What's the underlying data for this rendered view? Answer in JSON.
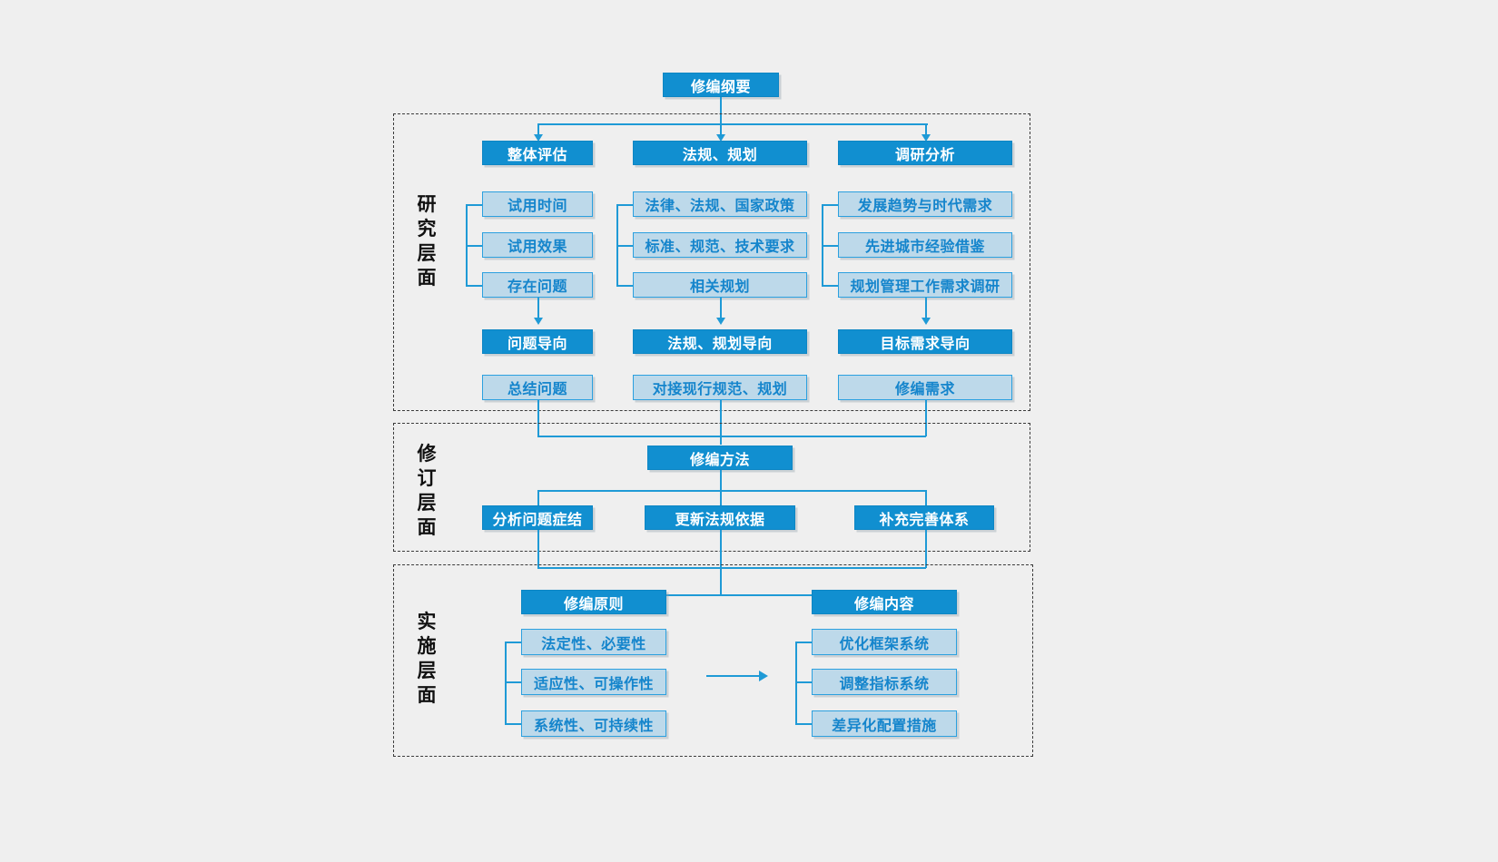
{
  "diagram": {
    "title": "修编纲要",
    "root": {
      "label": "修编纲要"
    },
    "layers": [
      {
        "id": "research",
        "label": "研究层面",
        "label_chars": [
          "研",
          "究",
          "层",
          "面"
        ],
        "columns": [
          {
            "header": "整体评估",
            "items": [
              "试用时间",
              "试用效果",
              "存在问题"
            ],
            "orientation": "问题导向",
            "outcome": "总结问题"
          },
          {
            "header": "法规、规划",
            "items": [
              "法律、法规、国家政策",
              "标准、规范、技术要求",
              "相关规划"
            ],
            "orientation": "法规、规划导向",
            "outcome": "对接现行规范、规划"
          },
          {
            "header": "调研分析",
            "items": [
              "发展趋势与时代需求",
              "先进城市经验借鉴",
              "规划管理工作需求调研"
            ],
            "orientation": "目标需求导向",
            "outcome": "修编需求"
          }
        ]
      },
      {
        "id": "revision",
        "label": "修订层面",
        "label_chars": [
          "修",
          "订",
          "层",
          "面"
        ],
        "header": "修编方法",
        "items": [
          "分析问题症结",
          "更新法规依据",
          "补充完善体系"
        ]
      },
      {
        "id": "implementation",
        "label": "实施层面",
        "label_chars": [
          "实",
          "施",
          "层",
          "面"
        ],
        "groups": [
          {
            "header": "修编原则",
            "items": [
              "法定性、必要性",
              "适应性、可操作性",
              "系统性、可持续性"
            ]
          },
          {
            "header": "修编内容",
            "items": [
              "优化框架系统",
              "调整指标系统",
              "差异化配置措施"
            ]
          }
        ],
        "between_arrow": "arrow-right-icon"
      }
    ]
  },
  "colors": {
    "background": "#efefef",
    "node_dark_fill": "#118fd0",
    "node_dark_text": "#ffffff",
    "node_light_fill": "#bdd9ea",
    "node_light_border": "#2ba0df",
    "node_light_text": "#1585cc",
    "connector": "#1f9ad6",
    "layer_border": "#3a3a3a",
    "layer_label_text": "#111111"
  }
}
